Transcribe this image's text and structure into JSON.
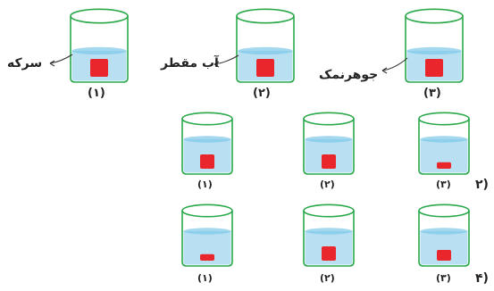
{
  "colors": {
    "beaker_outline": "#2aa84a",
    "water": "#b9e0f2",
    "water_surface": "#7cc7e8",
    "cube": "#e8262b",
    "text": "#222222"
  },
  "top_row": {
    "beakers": [
      {
        "index_label": "(۱)",
        "liquid_label": "سرکه"
      },
      {
        "index_label": "(۲)",
        "liquid_label": "آب مقطر"
      },
      {
        "index_label": "(۳)",
        "liquid_label": "جوهرنمک"
      }
    ]
  },
  "options": [
    {
      "option_label": "(۲",
      "beakers": [
        {
          "index_label": "(۱)",
          "cube_fraction": 1.0
        },
        {
          "index_label": "(۲)",
          "cube_fraction": 1.0
        },
        {
          "index_label": "(۳)",
          "cube_fraction": 0.45
        }
      ]
    },
    {
      "option_label": "(۴",
      "beakers": [
        {
          "index_label": "(۱)",
          "cube_fraction": 0.45
        },
        {
          "index_label": "(۲)",
          "cube_fraction": 1.0
        },
        {
          "index_label": "(۳)",
          "cube_fraction": 0.75
        }
      ]
    }
  ]
}
